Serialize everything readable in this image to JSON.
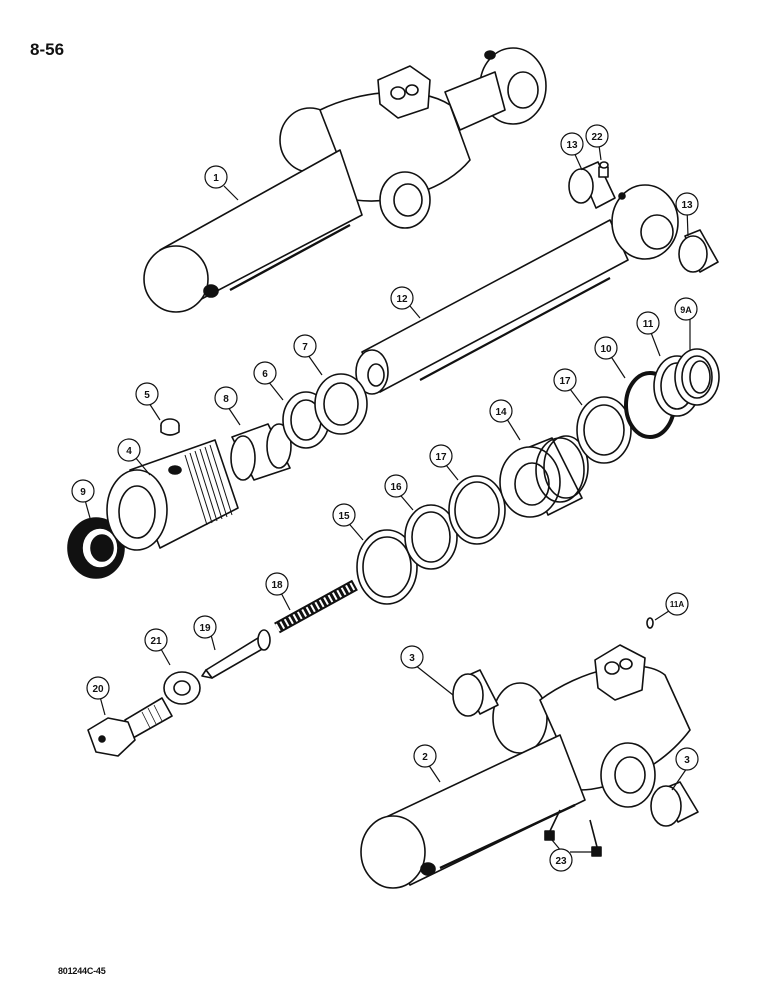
{
  "page": {
    "number": "8-56",
    "doc_code": "801244C-45"
  },
  "callouts": {
    "c1": "1",
    "c2": "2",
    "c3a": "3",
    "c3b": "3",
    "c4": "4",
    "c5": "5",
    "c6": "6",
    "c7": "7",
    "c8": "8",
    "c9": "9",
    "c9a": "9A",
    "c10": "10",
    "c11": "11",
    "c11a": "11A",
    "c12": "12",
    "c13a": "13",
    "c13b": "13",
    "c14": "14",
    "c15": "15",
    "c16": "16",
    "c17a": "17",
    "c17b": "17",
    "c18": "18",
    "c19": "19",
    "c20": "20",
    "c21": "21",
    "c22": "22",
    "c23": "23"
  },
  "colors": {
    "ink": "#111111",
    "paper": "#ffffff",
    "shade": "#cfcfcf"
  }
}
